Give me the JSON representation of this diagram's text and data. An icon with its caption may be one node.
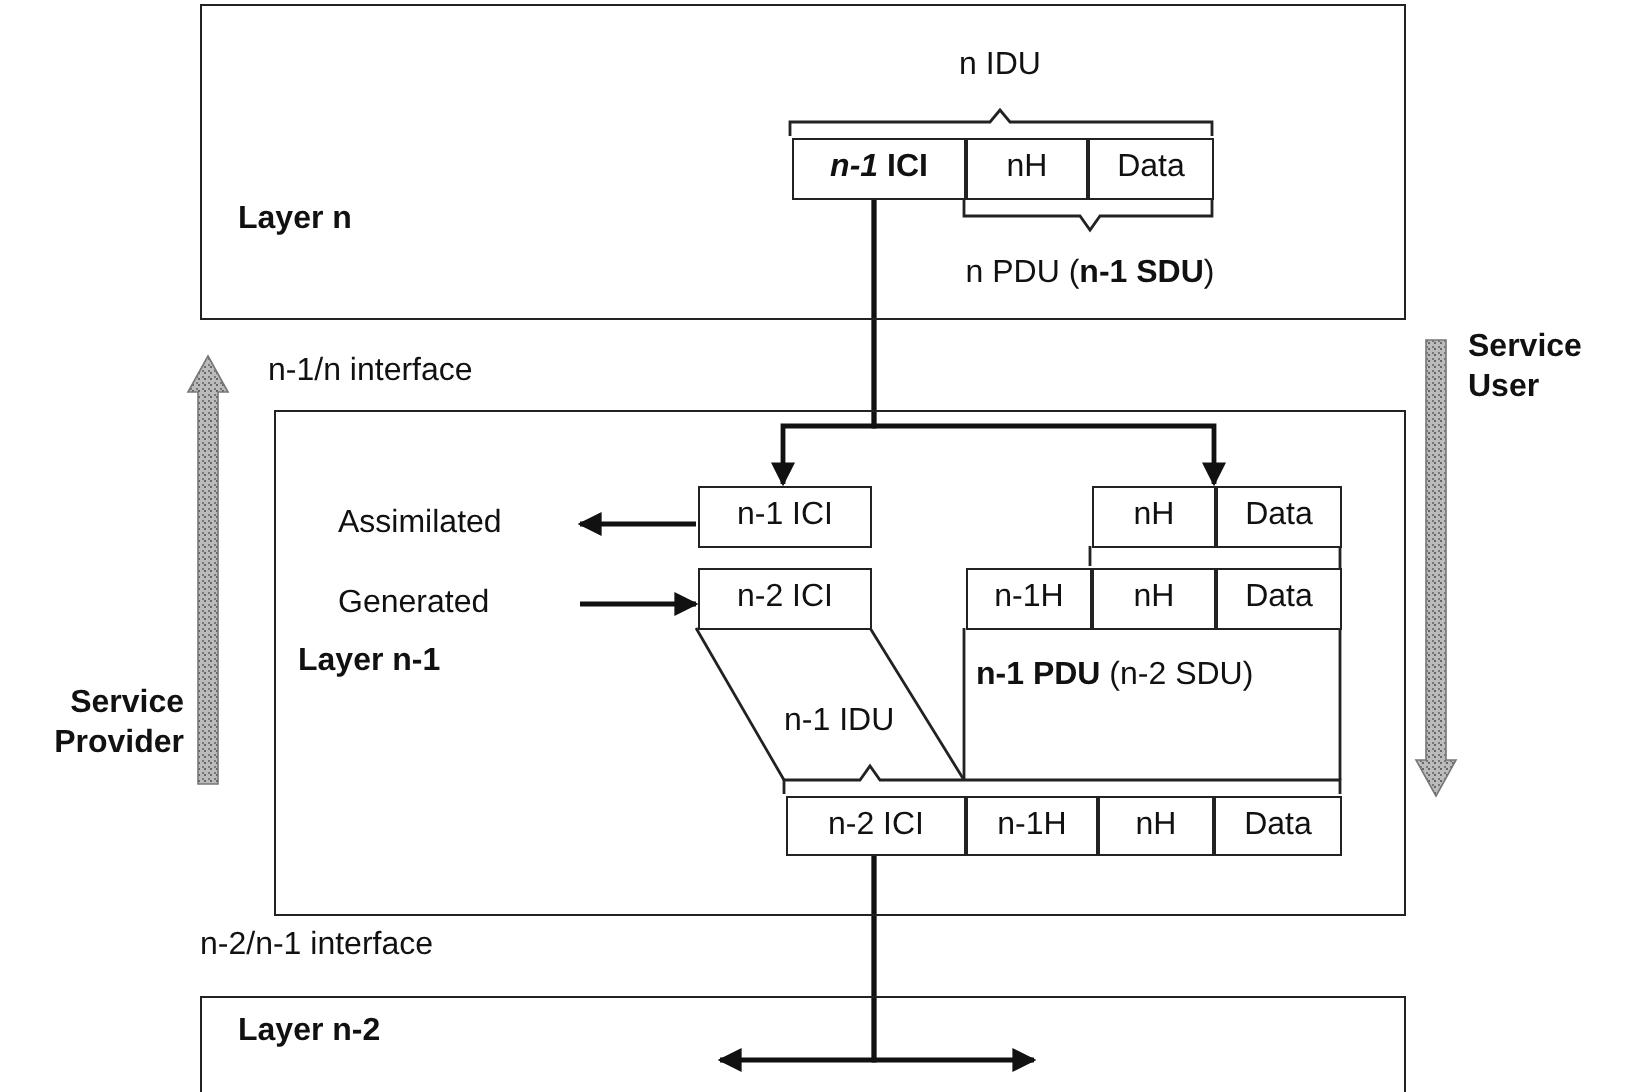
{
  "diagram": {
    "nodes": [
      {
        "text": [
          "Layer n"
        ]
      },
      {
        "text": [
          "*n-1* ICI"
        ],
        "in": 0
      },
      {
        "text": [
          "nH"
        ],
        "in": 0
      },
      {
        "text": [
          "Data"
        ],
        "in": 0
      },
      {
        "text": [
          "Layer n-1"
        ]
      },
      {
        "text": [
          "n-1 ICI"
        ],
        "in": 4
      },
      {
        "text": [
          "Assimilated"
        ],
        "in": 4
      },
      {
        "text": [
          "Generated"
        ],
        "in": 4
      },
      {
        "text": [
          "n-2 ICI"
        ],
        "in": 4
      },
      {
        "text": [
          "nH"
        ],
        "in": 4
      },
      {
        "text": [
          "Data"
        ],
        "in": 4
      },
      {
        "text": [
          "n-1H"
        ],
        "in": 4
      },
      {
        "text": [
          "nH"
        ],
        "in": 4
      },
      {
        "text": [
          "Data"
        ],
        "in": 4
      },
      {
        "text": [
          "n-2 ICI"
        ],
        "in": 4
      },
      {
        "text": [
          "n-1H"
        ],
        "in": 4
      },
      {
        "text": [
          "nH"
        ],
        "in": 4
      },
      {
        "text": [
          "Data"
        ],
        "in": 4
      },
      {
        "text": [
          "Layer n-2"
        ]
      }
    ],
    "edges": [
      {
        "from": 1,
        "to": 5,
        "arrow": "to"
      },
      {
        "from": 1,
        "to": 9,
        "arrow": "to"
      },
      {
        "from": 5,
        "to": 6,
        "arrow": "to"
      },
      {
        "from": 7,
        "to": 8,
        "arrow": "to"
      },
      {
        "from": 14,
        "to": 18,
        "arrow": "to"
      },
      {
        "from": 14,
        "to": 18,
        "arrow": "to"
      }
    ],
    "labels": [
      "n IDU",
      "n PDU (**n-1 SDU**)",
      "n-1/n interface",
      "**n-1 PDU** (n-2 SDU)",
      "n-1 IDU",
      "n-2/n-1 interface",
      "Service User",
      "Service Provider"
    ]
  }
}
